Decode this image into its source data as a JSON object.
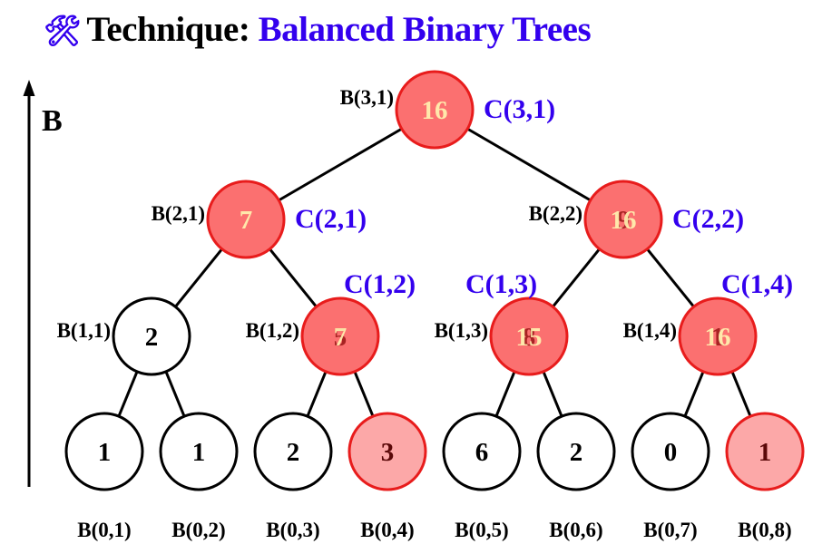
{
  "title": {
    "icon": "tools-icon",
    "icon_glyph": "🛠",
    "prefix": "Technique:",
    "topic": "Balanced Binary Trees"
  },
  "axis": {
    "label": "B",
    "direction": "up"
  },
  "colors": {
    "highlight_stroke": "#e81c1c",
    "highlight_fill": "#fb7070",
    "highlight_text": "#fff2b0",
    "ghost_text": "#8b0a0a",
    "leaf_highlight_fill": "#fca8a8",
    "leaf_highlight_text": "#5a0808",
    "c_label": "#3300ee",
    "normal_stroke": "#000000"
  },
  "tree": {
    "levels": [
      {
        "level": 3,
        "nodes": [
          {
            "b_label": "B(3,1)",
            "b_value": "16",
            "c_label": "C(3,1)",
            "shown_value": "16",
            "state": "c-computed"
          }
        ]
      },
      {
        "level": 2,
        "nodes": [
          {
            "b_label": "B(2,1)",
            "b_value": "7",
            "c_label": "C(2,1)",
            "shown_value": "7",
            "state": "c-computed"
          },
          {
            "b_label": "B(2,2)",
            "b_value": "9",
            "c_label": "C(2,2)",
            "shown_value": "16",
            "state": "c-computed"
          }
        ]
      },
      {
        "level": 1,
        "nodes": [
          {
            "b_label": "B(1,1)",
            "b_value": "2",
            "c_label": "",
            "shown_value": "2",
            "state": "plain"
          },
          {
            "b_label": "B(1,2)",
            "b_value": "5",
            "c_label": "C(1,2)",
            "shown_value": "7",
            "state": "c-computed"
          },
          {
            "b_label": "B(1,3)",
            "b_value": "8",
            "c_label": "C(1,3)",
            "shown_value": "15",
            "state": "c-computed"
          },
          {
            "b_label": "B(1,4)",
            "b_value": "1",
            "c_label": "C(1,4)",
            "shown_value": "16",
            "state": "c-computed"
          }
        ]
      },
      {
        "level": 0,
        "nodes": [
          {
            "b_label": "B(0,1)",
            "b_value": "1",
            "shown_value": "1",
            "state": "plain"
          },
          {
            "b_label": "B(0,2)",
            "b_value": "1",
            "shown_value": "1",
            "state": "plain"
          },
          {
            "b_label": "B(0,3)",
            "b_value": "2",
            "shown_value": "2",
            "state": "plain"
          },
          {
            "b_label": "B(0,4)",
            "b_value": "3",
            "shown_value": "3",
            "state": "highlighted-leaf"
          },
          {
            "b_label": "B(0,5)",
            "b_value": "6",
            "shown_value": "6",
            "state": "plain"
          },
          {
            "b_label": "B(0,6)",
            "b_value": "2",
            "shown_value": "2",
            "state": "plain"
          },
          {
            "b_label": "B(0,7)",
            "b_value": "0",
            "shown_value": "0",
            "state": "plain"
          },
          {
            "b_label": "B(0,8)",
            "b_value": "1",
            "shown_value": "1",
            "state": "highlighted-leaf"
          }
        ]
      }
    ]
  }
}
